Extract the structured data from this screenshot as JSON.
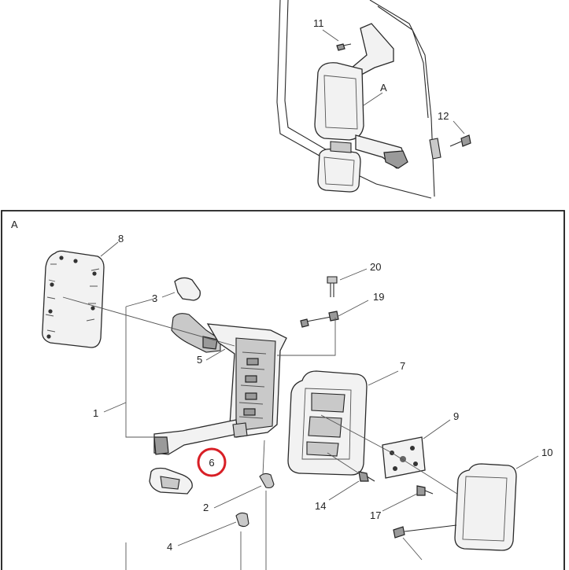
{
  "diagram": {
    "detail_view_letter": "A",
    "highlight_color": "#d81f26",
    "highlighted_label": "6",
    "callouts_top": {
      "c11": "11",
      "cA": "A",
      "c12": "12"
    },
    "callouts_detail": {
      "c8": "8",
      "c3": "3",
      "c20": "20",
      "c19": "19",
      "c5": "5",
      "c7": "7",
      "c1": "1",
      "c9": "9",
      "c6": "6",
      "c10": "10",
      "c2": "2",
      "c14": "14",
      "c17": "17",
      "c4": "4"
    }
  }
}
